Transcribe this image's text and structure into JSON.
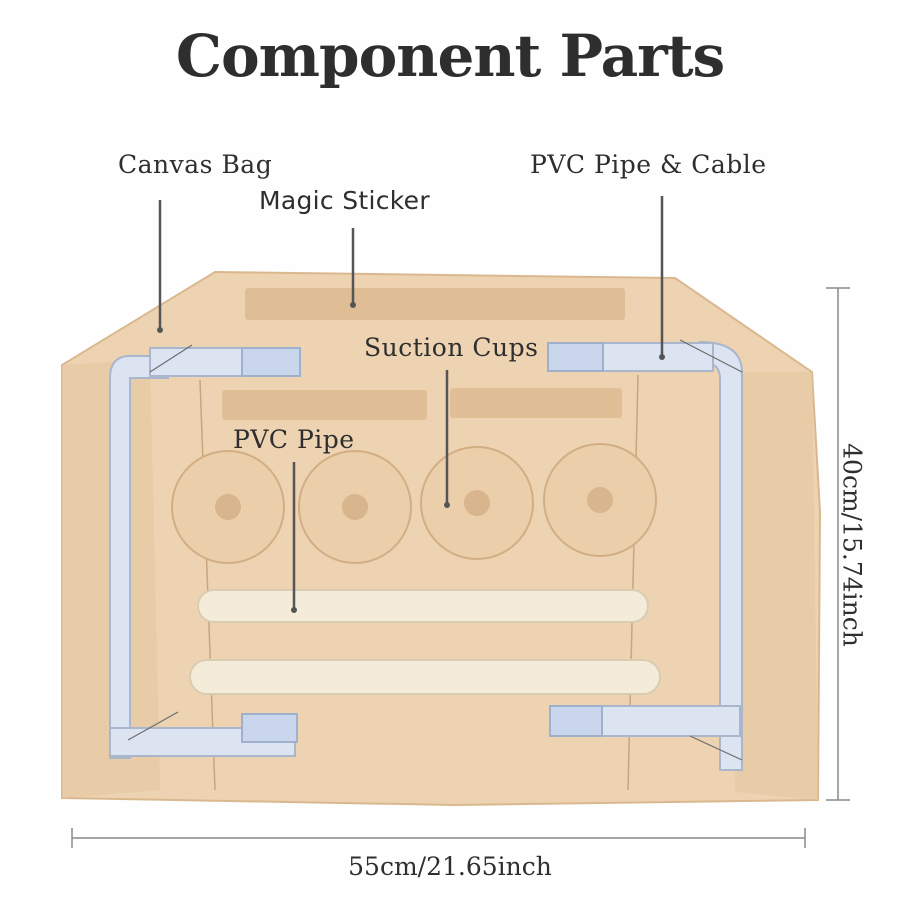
{
  "title": "Component Parts",
  "labels": {
    "canvas_bag": "Canvas Bag",
    "magic_sticker": "Magic Sticker",
    "pvc_pipe_cable": "PVC Pipe & Cable",
    "suction_cups": "Suction Cups",
    "pvc_pipe": "PVC Pipe"
  },
  "dimensions": {
    "height": "40cm/15.74inch",
    "width": "55cm/21.65inch"
  },
  "colors": {
    "canvas": "#eed3b2",
    "canvas_shadow": "#e2c29c",
    "sticker": "#dcb98f",
    "pvc_frame": "#dce4f2",
    "pvc_pipe": "#f4ecd8",
    "suction_cup": "#e9cba5",
    "text": "#2e2e2e"
  }
}
